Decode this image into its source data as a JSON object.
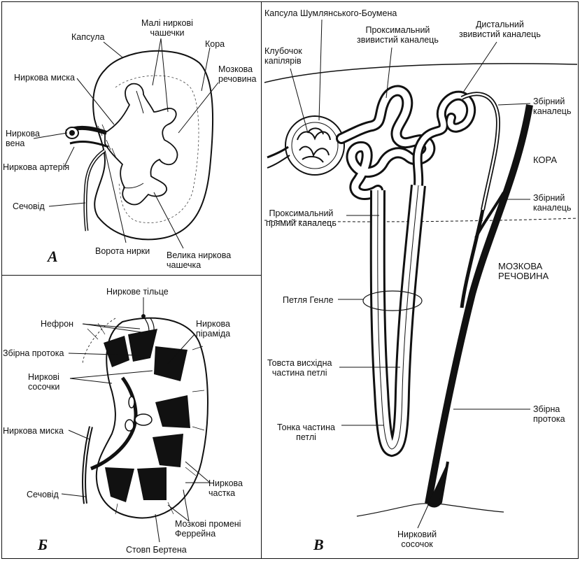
{
  "panels": {
    "a": {
      "letter": "А",
      "labels": {
        "capsule": "Капсула",
        "minor_calyces": "Малі ниркові\nчашечки",
        "cortex": "Кора",
        "pelvis": "Ниркова миска",
        "medulla": "Мозкова\nречовина",
        "vein": "Ниркова\nвена",
        "artery": "Ниркова артерія",
        "ureter": "Сечовід",
        "hilum": "Ворота нирки",
        "major_calyx": "Велика ниркова\nчашечка"
      }
    },
    "b": {
      "letter": "Б",
      "labels": {
        "corpuscle": "Ниркове тільце",
        "nephron": "Нефрон",
        "pyramid": "Ниркова\nпіраміда",
        "collecting_duct": "Збірна протока",
        "papillae": "Ниркові\nсосочки",
        "pelvis": "Ниркова миска",
        "ureter": "Сечовід",
        "lobe": "Ниркова\nчастка",
        "ferrein": "Мозкові промені\nФеррейна",
        "bertin": "Стовп Бертена"
      }
    },
    "c": {
      "letter": "В",
      "labels": {
        "capsule": "Капсула Шумлянського-Боумена",
        "proximal_convoluted": "Проксимальний\nзвивистий каналець",
        "distal_convoluted": "Дистальний\nзвивистий каналець",
        "glomerulus": "Клубочок\nкапілярів",
        "collecting_tubule_1": "Збірний\nканалець",
        "cortex": "КОРА",
        "collecting_tubule_2": "Збірний\nканалець",
        "proximal_straight": "Проксимальний\nпрямий каналець",
        "medulla": "МОЗКОВА\nРЕЧОВИНА",
        "henle": "Петля Генле",
        "thick_ascending": "Товста висхідна\nчастина петлі",
        "collecting_duct": "Збірна\nпротока",
        "thin_part": "Тонка частина\nпетлі",
        "papilla": "Нирковий\nсосочок"
      }
    }
  }
}
